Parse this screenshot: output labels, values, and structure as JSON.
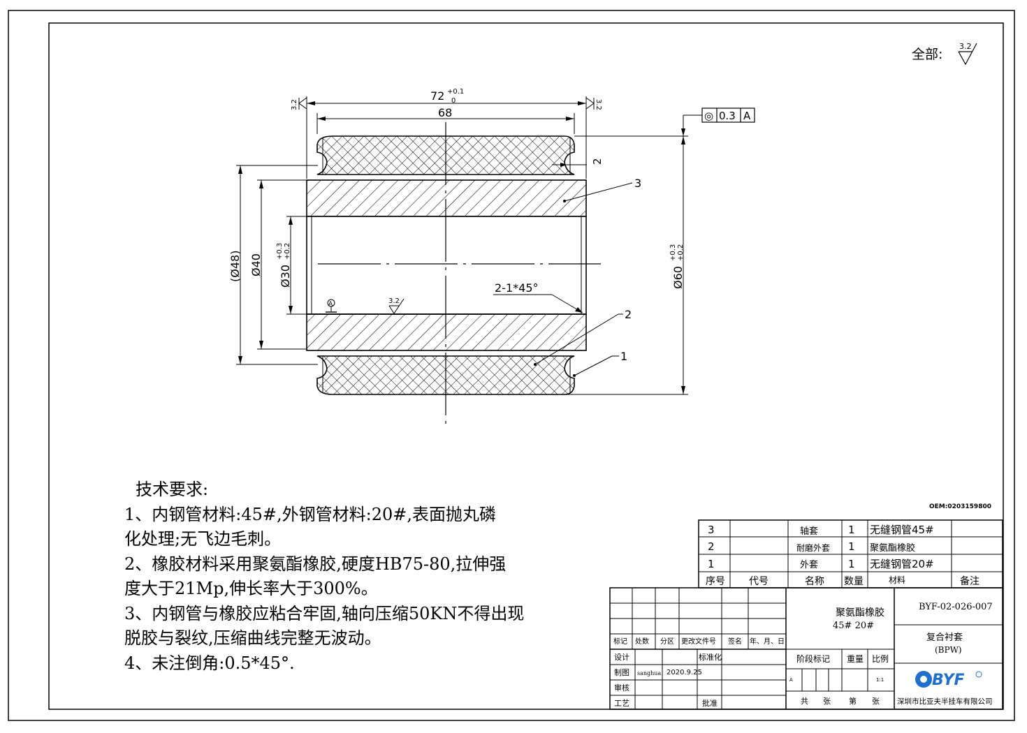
{
  "header": {
    "surface_all_label": "全部:",
    "surface_all_value": "3.2"
  },
  "dimensions": {
    "overall_length": "72",
    "overall_tol_upper": "+0.1",
    "overall_tol_lower": "0",
    "inner_length": "68",
    "groove": "2",
    "dia_48": "(Ø48)",
    "dia_40": "Ø40",
    "dia_30": "Ø30",
    "dia_30_tol_upper": "+0.3",
    "dia_30_tol_lower": "+0.2",
    "dia_60": "Ø60",
    "dia_60_tol_upper": "+0.3",
    "dia_60_tol_lower": "+0.2",
    "chamfer": "2-1*45°",
    "roughness_left": "3.2",
    "roughness_right": "3.2",
    "roughness_bore": "3.2",
    "datum": "A"
  },
  "tolerance_frame": {
    "symbol": "◎",
    "value": "0.3",
    "datum": "A"
  },
  "balloons": {
    "b1": "1",
    "b2": "2",
    "b3": "3"
  },
  "notes": {
    "heading": "技术要求:",
    "lines": [
      "1、内钢管材料:45#,外钢管材料:20#,表面抛丸磷",
      "化处理;无飞边毛刺。",
      "2、橡胶材料采用聚氨酯橡胶,硬度HB75-80,拉伸强",
      "度大于21Mp,伸长率大于300%。",
      "3、内钢管与橡胶应粘合牢固,轴向压缩50KN不得出现",
      "脱胶与裂纹,压缩曲线完整无波动。",
      "4、未注倒角:0.5*45°."
    ]
  },
  "oem": "OEM:0203159800",
  "bom": {
    "rows": [
      {
        "no": "3",
        "code": "",
        "name": "轴套",
        "qty": "1",
        "material": "无缝钢管45#",
        "remark": ""
      },
      {
        "no": "2",
        "code": "",
        "name": "耐磨外套",
        "qty": "1",
        "material": "聚氨酯橡胶",
        "remark": ""
      },
      {
        "no": "1",
        "code": "",
        "name": "外套",
        "qty": "1",
        "material": "无缝钢管20#",
        "remark": ""
      }
    ],
    "headers": {
      "no": "序号",
      "code": "代号",
      "name": "名称",
      "qty": "数量",
      "material": "材料",
      "remark": "备注"
    }
  },
  "title_block": {
    "revision_headers": [
      "标记",
      "处数",
      "分区",
      "更改文件号",
      "签名",
      "年、月、日"
    ],
    "design_label": "设计",
    "drawn_label": "制图",
    "drawn_by": "sanghua",
    "drawn_date": "2020.9.25",
    "check_label": "审核",
    "process_label": "工艺",
    "standard_label": "标准化",
    "approve_label": "批准",
    "material_line1": "聚氨酯橡胶",
    "material_line2": "45# 20#",
    "stage_label": "阶段标记",
    "weight_label": "重量",
    "scale_label": "比例",
    "stage_value": "A",
    "scale_value": "1:1",
    "sheets_total_label": "共",
    "sheets_unit1": "张",
    "sheet_label": "第",
    "sheets_unit2": "张",
    "drawing_number": "BYF-02-026-007",
    "part_name": "复合衬套",
    "part_sub": "(BPW)",
    "logo_text": "BYF",
    "company": "深圳市比亚夫半挂车有限公司"
  }
}
